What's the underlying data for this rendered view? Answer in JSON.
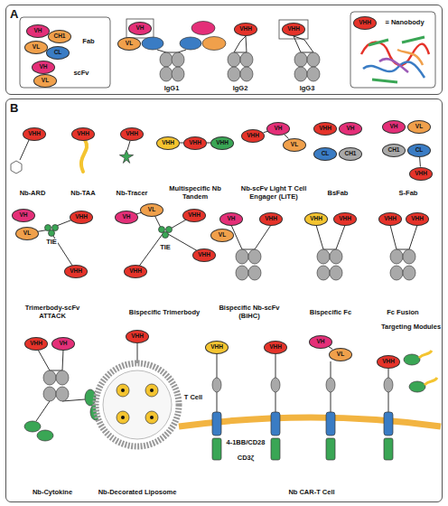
{
  "diagram": {
    "nodes": [
      {
        "text": [
          "A"
        ]
      },
      {
        "text": [
          "VH"
        ],
        "in": 0
      },
      {
        "text": [
          "CH1"
        ],
        "in": 0
      },
      {
        "text": [
          "VL"
        ],
        "in": 0
      },
      {
        "text": [
          "CL"
        ],
        "in": 0
      },
      {
        "text": [
          "VH"
        ],
        "in": 0
      },
      {
        "text": [
          "VL"
        ],
        "in": 0
      },
      {
        "text": [
          "VH"
        ],
        "in": 0
      },
      {
        "text": [
          "VL"
        ],
        "in": 0
      },
      {
        "text": [
          "VHH"
        ],
        "in": 0
      },
      {
        "text": [
          "VHH"
        ],
        "in": 0
      },
      {
        "text": [
          "VHH"
        ],
        "in": 0
      },
      {
        "text": [
          "B"
        ]
      },
      {
        "text": [
          "VHH"
        ],
        "in": 12
      },
      {
        "text": [
          "VHH"
        ],
        "in": 12
      },
      {
        "text": [
          "VHH"
        ],
        "in": 12
      },
      {
        "text": [
          "VHH"
        ],
        "in": 12
      },
      {
        "text": [
          "VHH"
        ],
        "in": 12
      },
      {
        "text": [
          "VHH"
        ],
        "in": 12
      },
      {
        "text": [
          "VHH"
        ],
        "in": 12
      },
      {
        "text": [
          "VH"
        ],
        "in": 12
      },
      {
        "text": [
          "VL"
        ],
        "in": 12
      },
      {
        "text": [
          "VHH"
        ],
        "in": 12
      },
      {
        "text": [
          "VH"
        ],
        "in": 12
      },
      {
        "text": [
          "CL"
        ],
        "in": 12
      },
      {
        "text": [
          "CH1"
        ],
        "in": 12
      },
      {
        "text": [
          "VH"
        ],
        "in": 12
      },
      {
        "text": [
          "VL"
        ],
        "in": 12
      },
      {
        "text": [
          "CH1"
        ],
        "in": 12
      },
      {
        "text": [
          "CL"
        ],
        "in": 12
      },
      {
        "text": [
          "VHH"
        ],
        "in": 12
      },
      {
        "text": [
          "VH"
        ],
        "in": 12
      },
      {
        "text": [
          "VL"
        ],
        "in": 12
      },
      {
        "text": [
          "VHH"
        ],
        "in": 12
      },
      {
        "text": [
          "VHH"
        ],
        "in": 12
      },
      {
        "text": [
          "VH"
        ],
        "in": 12
      },
      {
        "text": [
          "VL"
        ],
        "in": 12
      },
      {
        "text": [
          "VHH"
        ],
        "in": 12
      },
      {
        "text": [
          "VHH"
        ],
        "in": 12
      },
      {
        "text": [
          "VHH"
        ],
        "in": 12
      },
      {
        "text": [
          "VH"
        ],
        "in": 12
      },
      {
        "text": [
          "VL"
        ],
        "in": 12
      },
      {
        "text": [
          "VHH"
        ],
        "in": 12
      },
      {
        "text": [
          "VHH"
        ],
        "in": 12
      },
      {
        "text": [
          "VHH"
        ],
        "in": 12
      },
      {
        "text": [
          "VHH"
        ],
        "in": 12
      },
      {
        "text": [
          "VHH"
        ],
        "in": 12
      },
      {
        "text": [
          "VHH"
        ],
        "in": 12
      },
      {
        "text": [
          "VH"
        ],
        "in": 12
      },
      {
        "text": [
          "VHH"
        ],
        "in": 12
      },
      {
        "text": [
          "VHH"
        ],
        "in": 12
      },
      {
        "text": [
          "VHH"
        ],
        "in": 12
      },
      {
        "text": [
          "VH"
        ],
        "in": 12
      },
      {
        "text": [
          "VL"
        ],
        "in": 12
      },
      {
        "text": [
          "VHH"
        ],
        "in": 12
      }
    ],
    "edges": [
      {
        "from": 5,
        "to": 6,
        "arrow": "none"
      },
      {
        "from": 16,
        "to": 17,
        "arrow": "none"
      },
      {
        "from": 17,
        "to": 18,
        "arrow": "none"
      },
      {
        "from": 19,
        "to": 20,
        "arrow": "none"
      },
      {
        "from": 20,
        "to": 21,
        "arrow": "none"
      },
      {
        "from": 29,
        "to": 30,
        "arrow": "none"
      },
      {
        "from": 52,
        "to": 53,
        "arrow": "none"
      }
    ],
    "labels": [
      "Fab",
      "scFv",
      "IgG1",
      "IgG2",
      "IgG3",
      "= Nanobody",
      "Nb-ARD",
      "Nb-TAA",
      "Nb-Tracer",
      "Multispecific Nb Tandem",
      "Nb-scFv Light T Cell Engager (LiTE)",
      "BsFab",
      "S-Fab",
      "TIE",
      "TIE",
      "Trimerbody-scFv ATTACK",
      "Bispecific Trimerbody",
      "Bispecific Nb-scFv (BiHC)",
      "Bispecific Fc",
      "Fc Fusion",
      "Targeting Modules",
      "T Cell",
      "4-1BB/CD28",
      "CD3ζ",
      "Nb-Cytokine",
      "Nb-Decorated Liposome",
      "Nb CAR-T Cell"
    ]
  }
}
